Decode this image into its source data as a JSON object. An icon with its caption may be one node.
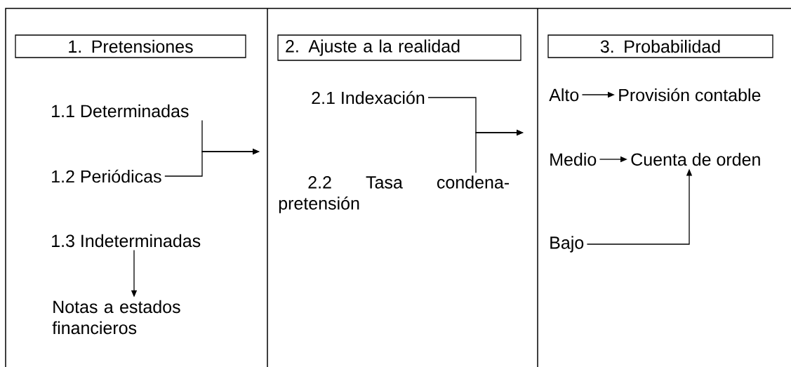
{
  "diagram": {
    "nodes": [
      {
        "text": [
          "1. Pretensiones"
        ]
      },
      {
        "text": [
          "1.1 Determinadas"
        ]
      },
      {
        "text": [
          "1.2 Periódicas"
        ]
      },
      {
        "text": [
          "1.3 Indeterminadas"
        ]
      },
      {
        "text": [
          "Notas a estados financieros"
        ]
      },
      {
        "text": [
          "2. Ajuste a la realidad"
        ]
      },
      {
        "text": [
          "2.1 Indexación"
        ]
      },
      {
        "text": [
          "2.2 Tasa condena-pretensión"
        ]
      },
      {
        "text": [
          "3. Probabilidad"
        ]
      },
      {
        "text": [
          "Alto"
        ]
      },
      {
        "text": [
          "Provisión contable"
        ]
      },
      {
        "text": [
          "Medio"
        ]
      },
      {
        "text": [
          "Cuenta de orden"
        ]
      },
      {
        "text": [
          "Bajo"
        ]
      }
    ],
    "edges": [
      {
        "from": 1,
        "to": null,
        "arrow": "to"
      },
      {
        "from": 2,
        "to": null,
        "arrow": "to"
      },
      {
        "from": 3,
        "to": 4,
        "arrow": "to"
      },
      {
        "from": 6,
        "to": null,
        "arrow": "to"
      },
      {
        "from": 7,
        "to": null,
        "arrow": "to"
      },
      {
        "from": 9,
        "to": 10,
        "arrow": "to"
      },
      {
        "from": 11,
        "to": 12,
        "arrow": "to"
      },
      {
        "from": 13,
        "to": 12,
        "arrow": "to"
      }
    ]
  }
}
